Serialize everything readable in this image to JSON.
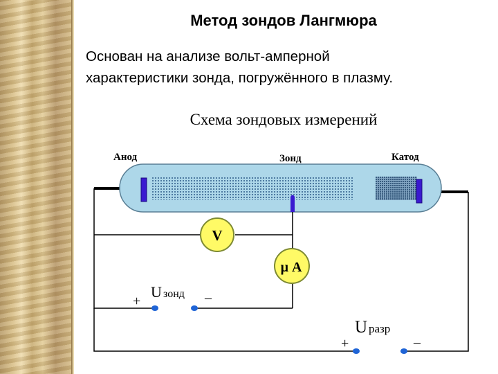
{
  "slide": {
    "title": "Метод зондов Лангмюра",
    "lead_line1": "Основан на анализе вольт-амперной",
    "lead_line2": "характеристики зонда, погружённого в плазму.",
    "diagram_title": "Схема зондовых измерений"
  },
  "diagram": {
    "anode_label": "Анод",
    "probe_label": "Зонд",
    "cathode_label": "Катод",
    "voltmeter_label": "V",
    "ammeter_label": "μ A",
    "probe_source_letter": "U",
    "probe_source_subscript": "зонд",
    "discharge_source_letter": "U",
    "discharge_source_subscript": "разр",
    "plus_sign": "+",
    "minus_sign": "–"
  },
  "colors": {
    "tube_fill": "#add7e9",
    "electrode": "#3a1ad0",
    "meter_fill": "#fffa66",
    "meter_stroke": "#7e8a33",
    "wire": "#000000",
    "terminal": "#1f64d6"
  }
}
